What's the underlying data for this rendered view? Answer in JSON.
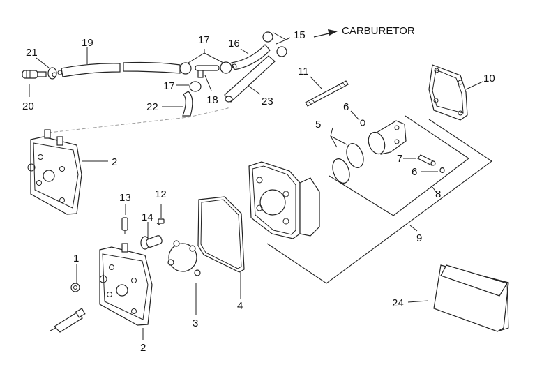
{
  "diagram": {
    "title": "Cylinder head / cylinder / piston assembly exploded view",
    "destination_label": "CARBURETOR",
    "callouts": [
      {
        "id": "1",
        "part": "nut"
      },
      {
        "id": "2a",
        "text": "2",
        "part": "cylinder-head-cover-upper"
      },
      {
        "id": "2b",
        "text": "2",
        "part": "cylinder-head-cover-lower"
      },
      {
        "id": "3",
        "part": "head-gasket-o-ring"
      },
      {
        "id": "4",
        "part": "base-gasket"
      },
      {
        "id": "5",
        "part": "piston-rings"
      },
      {
        "id": "6a",
        "text": "6",
        "part": "piston-pin-clip"
      },
      {
        "id": "6b",
        "text": "6",
        "part": "piston-pin-clip"
      },
      {
        "id": "7",
        "part": "piston-pin"
      },
      {
        "id": "8",
        "part": "piston-kit"
      },
      {
        "id": "9",
        "part": "cylinder-kit"
      },
      {
        "id": "10",
        "part": "cylinder-base-gasket"
      },
      {
        "id": "11",
        "part": "stud-bolt"
      },
      {
        "id": "12",
        "part": "bleed-screw"
      },
      {
        "id": "13",
        "part": "thermo-switch"
      },
      {
        "id": "14",
        "part": "thermostat-cap"
      },
      {
        "id": "15",
        "part": "hose-clamps"
      },
      {
        "id": "16",
        "part": "hose"
      },
      {
        "id": "17a",
        "text": "17",
        "part": "hose-clamps"
      },
      {
        "id": "17b",
        "text": "17",
        "part": "hose-clamp"
      },
      {
        "id": "18",
        "part": "t-fitting"
      },
      {
        "id": "19",
        "part": "coolant-hose"
      },
      {
        "id": "20",
        "part": "fitting"
      },
      {
        "id": "21",
        "part": "clamp"
      },
      {
        "id": "22",
        "part": "hose"
      },
      {
        "id": "23",
        "part": "hose"
      },
      {
        "id": "24",
        "part": "gasket-kit"
      }
    ]
  },
  "labels": {
    "l1": "1",
    "l2a": "2",
    "l2b": "2",
    "l3": "3",
    "l4": "4",
    "l5": "5",
    "l6a": "6",
    "l6b": "6",
    "l7": "7",
    "l8": "8",
    "l9": "9",
    "l10": "10",
    "l11": "11",
    "l12": "12",
    "l13": "13",
    "l14": "14",
    "l15": "15",
    "l16": "16",
    "l17a": "17",
    "l17b": "17",
    "l18": "18",
    "l19": "19",
    "l20": "20",
    "l21": "21",
    "l22": "22",
    "l23": "23",
    "l24": "24"
  }
}
